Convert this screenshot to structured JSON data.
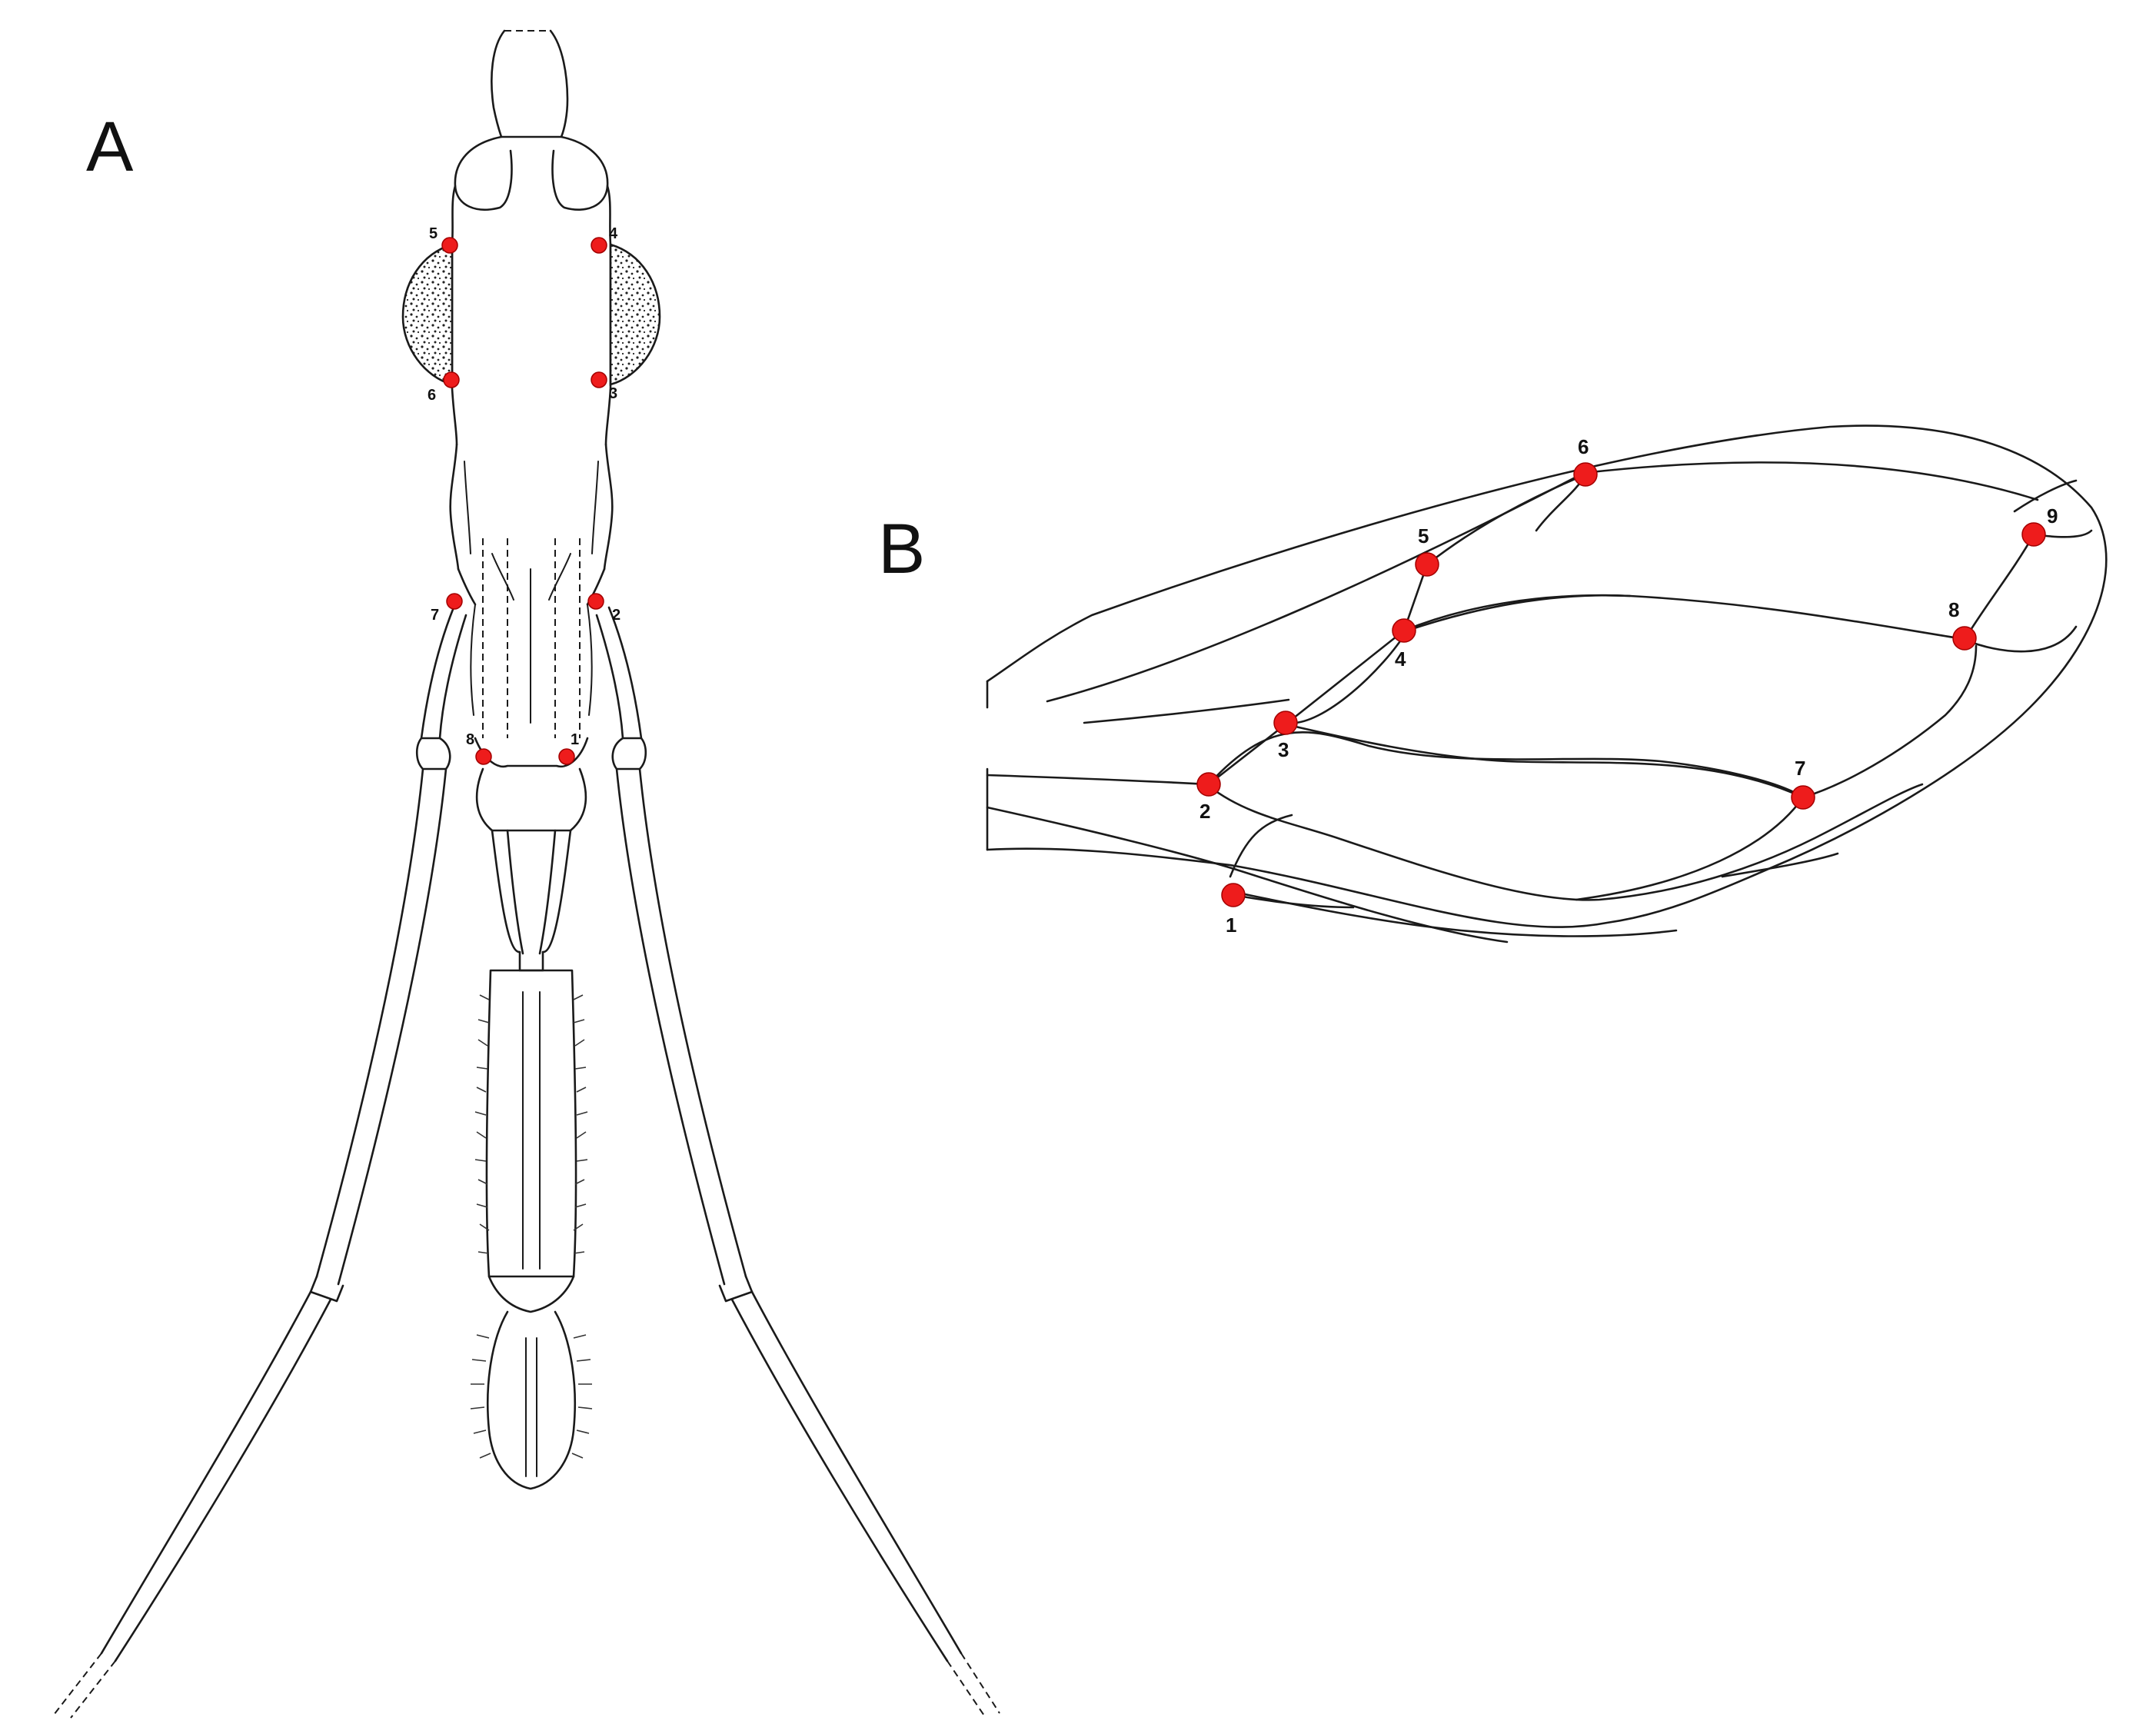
{
  "panels": {
    "a": {
      "label": "A",
      "landmarks": [
        "1",
        "2",
        "3",
        "4",
        "5",
        "6",
        "7",
        "8"
      ]
    },
    "b": {
      "label": "B",
      "landmarks": [
        "1",
        "2",
        "3",
        "4",
        "5",
        "6",
        "7",
        "8",
        "9"
      ]
    }
  },
  "colors": {
    "landmark": "#ee1c1c",
    "line": "#1a1a1a",
    "background": "#ffffff"
  }
}
